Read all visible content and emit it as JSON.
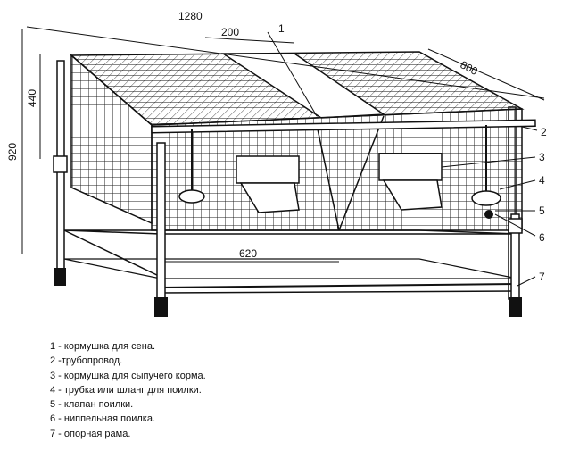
{
  "dimensions": {
    "total_length": "1280",
    "feeder_width": "200",
    "depth": "800",
    "cage_height": "440",
    "total_height": "920",
    "inner_length": "620"
  },
  "callouts": [
    "1",
    "2",
    "3",
    "4",
    "5",
    "6",
    "7"
  ],
  "legend": [
    "1 - кормушка для сена.",
    "2 -трубопровод.",
    "3 - кормушка для сыпучего корма.",
    "4 - трубка или шланг для поилки.",
    "5 - клапан поилки.",
    "6 - ниппельная поилка.",
    "7 - опорная рама."
  ]
}
